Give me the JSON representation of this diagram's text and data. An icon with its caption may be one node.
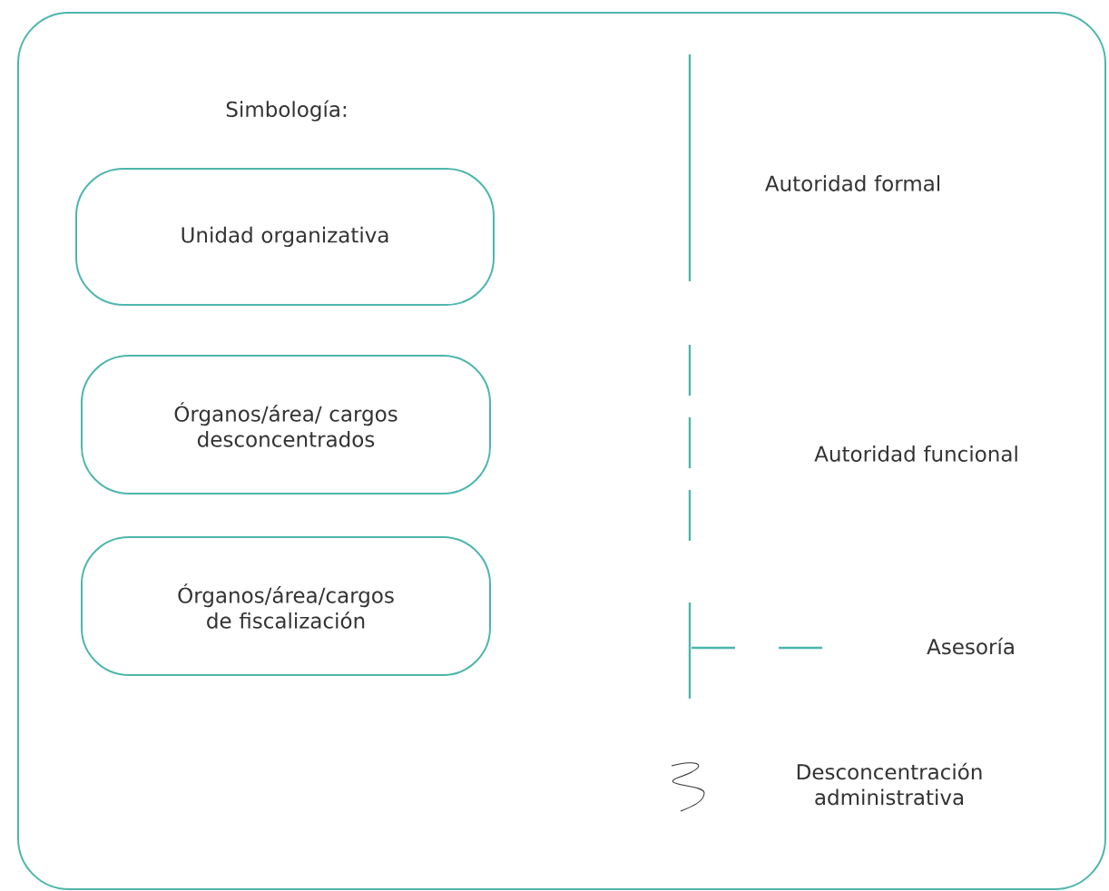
{
  "diagram": {
    "nodes": [
      {
        "text": [
          "Simbología:"
        ]
      },
      {
        "text": [
          "Unidad organizativa"
        ],
        "in": 0
      },
      {
        "text": [
          "Órganos/área/ cargos desconcentrados"
        ],
        "in": 0
      },
      {
        "text": [
          "Órganos/área/cargos de fiscalización"
        ],
        "in": 0
      }
    ],
    "legend": [
      {
        "text": "Autoridad formal"
      },
      {
        "text": "Autoridad funcional"
      },
      {
        "text": "Asesoría"
      },
      {
        "text": "Desconcentración administrativa"
      }
    ]
  }
}
